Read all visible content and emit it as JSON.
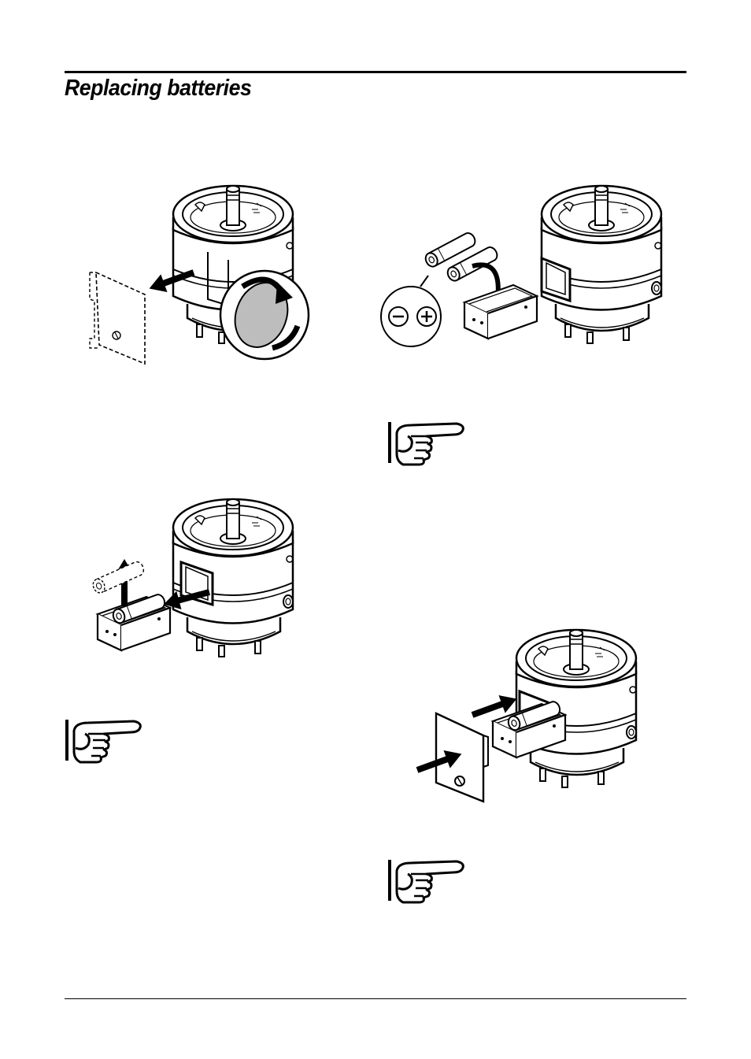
{
  "page": {
    "title": "Replacing batteries"
  },
  "figures": [
    {
      "id": "fig-1",
      "icons": [
        "gps-antenna-unit-icon",
        "remove-cover-arrow-icon",
        "screw-turn-detail-icon"
      ]
    },
    {
      "id": "fig-2",
      "icons": [
        "gps-antenna-unit-icon",
        "insert-batteries-arrow-icon",
        "polarity-detail-icon"
      ]
    },
    {
      "id": "fig-3",
      "icons": [
        "gps-antenna-unit-icon",
        "battery-holder-removal-icon"
      ]
    },
    {
      "id": "fig-4",
      "icons": [
        "gps-antenna-unit-icon",
        "reinsert-holder-and-cover-icon"
      ]
    }
  ],
  "notes": [
    {
      "id": "note-1",
      "icon": "pointing-hand-icon"
    },
    {
      "id": "note-2",
      "icon": "pointing-hand-icon"
    },
    {
      "id": "note-3",
      "icon": "pointing-hand-icon"
    }
  ],
  "colors": {
    "ink": "#000000",
    "shade": "#bdbdbd",
    "paper": "#ffffff"
  }
}
